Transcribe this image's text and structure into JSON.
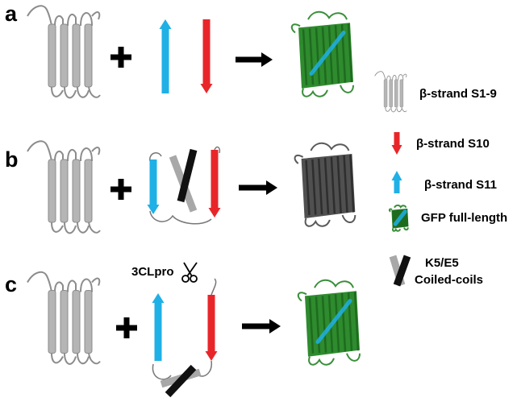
{
  "panels": [
    {
      "letter": "a"
    },
    {
      "letter": "b"
    },
    {
      "letter": "c"
    }
  ],
  "enzyme": {
    "label": "3CLpro",
    "icon": "scissors-icon"
  },
  "legend": [
    {
      "label": "β-strand S1-9",
      "icon": "beta-strand-s1-9-icon",
      "color": "#b5b5b5"
    },
    {
      "label": "β-strand S10",
      "icon": "red-down-arrow-icon",
      "color": "#e8262a"
    },
    {
      "label": "β-strand S11",
      "icon": "blue-up-arrow-icon",
      "color": "#1fb0e6"
    },
    {
      "label": "GFP full-length",
      "icon": "gfp-barrel-icon",
      "color": "#2e8b2e"
    },
    {
      "label": "K5/E5\nCoiled-coils",
      "line1": "K5/E5",
      "line2": "Coiled-coils",
      "icon": "coiled-coil-x-icon",
      "color": "#111111"
    }
  ],
  "colors": {
    "strand_grey": "#b5b5b5",
    "strand_s10_red": "#e8262a",
    "strand_s11_blue": "#1fb0e6",
    "gfp_green": "#2e8b2e",
    "gfp_dark": "#505050",
    "coil_black": "#111111",
    "coil_grey": "#a8a8a8"
  }
}
